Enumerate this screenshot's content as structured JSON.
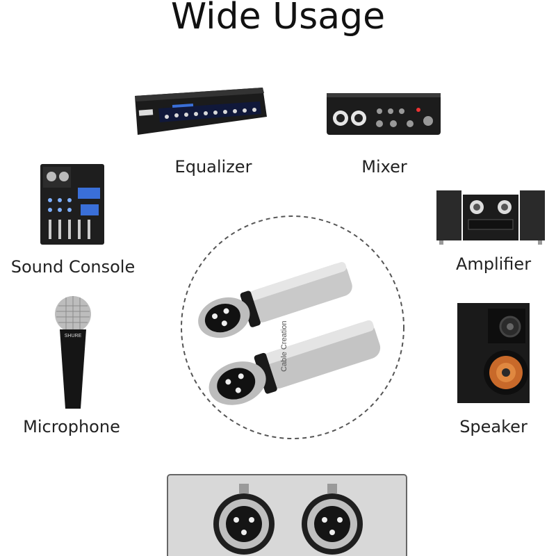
{
  "title": "Wide Usage",
  "devices": {
    "equalizer": {
      "label": "Equalizer"
    },
    "mixer": {
      "label": "Mixer"
    },
    "sound_console": {
      "label": "Sound Console"
    },
    "amplifier": {
      "label": "Amplifier"
    },
    "microphone": {
      "label": "Microphone",
      "brand": "SHURE"
    },
    "speaker": {
      "label": "Speaker"
    }
  },
  "adapter": {
    "brand": "Cable Creation"
  },
  "colors": {
    "accent_blue": "#3a6fd8",
    "device_black": "#1a1a1a",
    "metal_silver": "#c9c9c9",
    "panel_grey": "#d8d8d8"
  }
}
